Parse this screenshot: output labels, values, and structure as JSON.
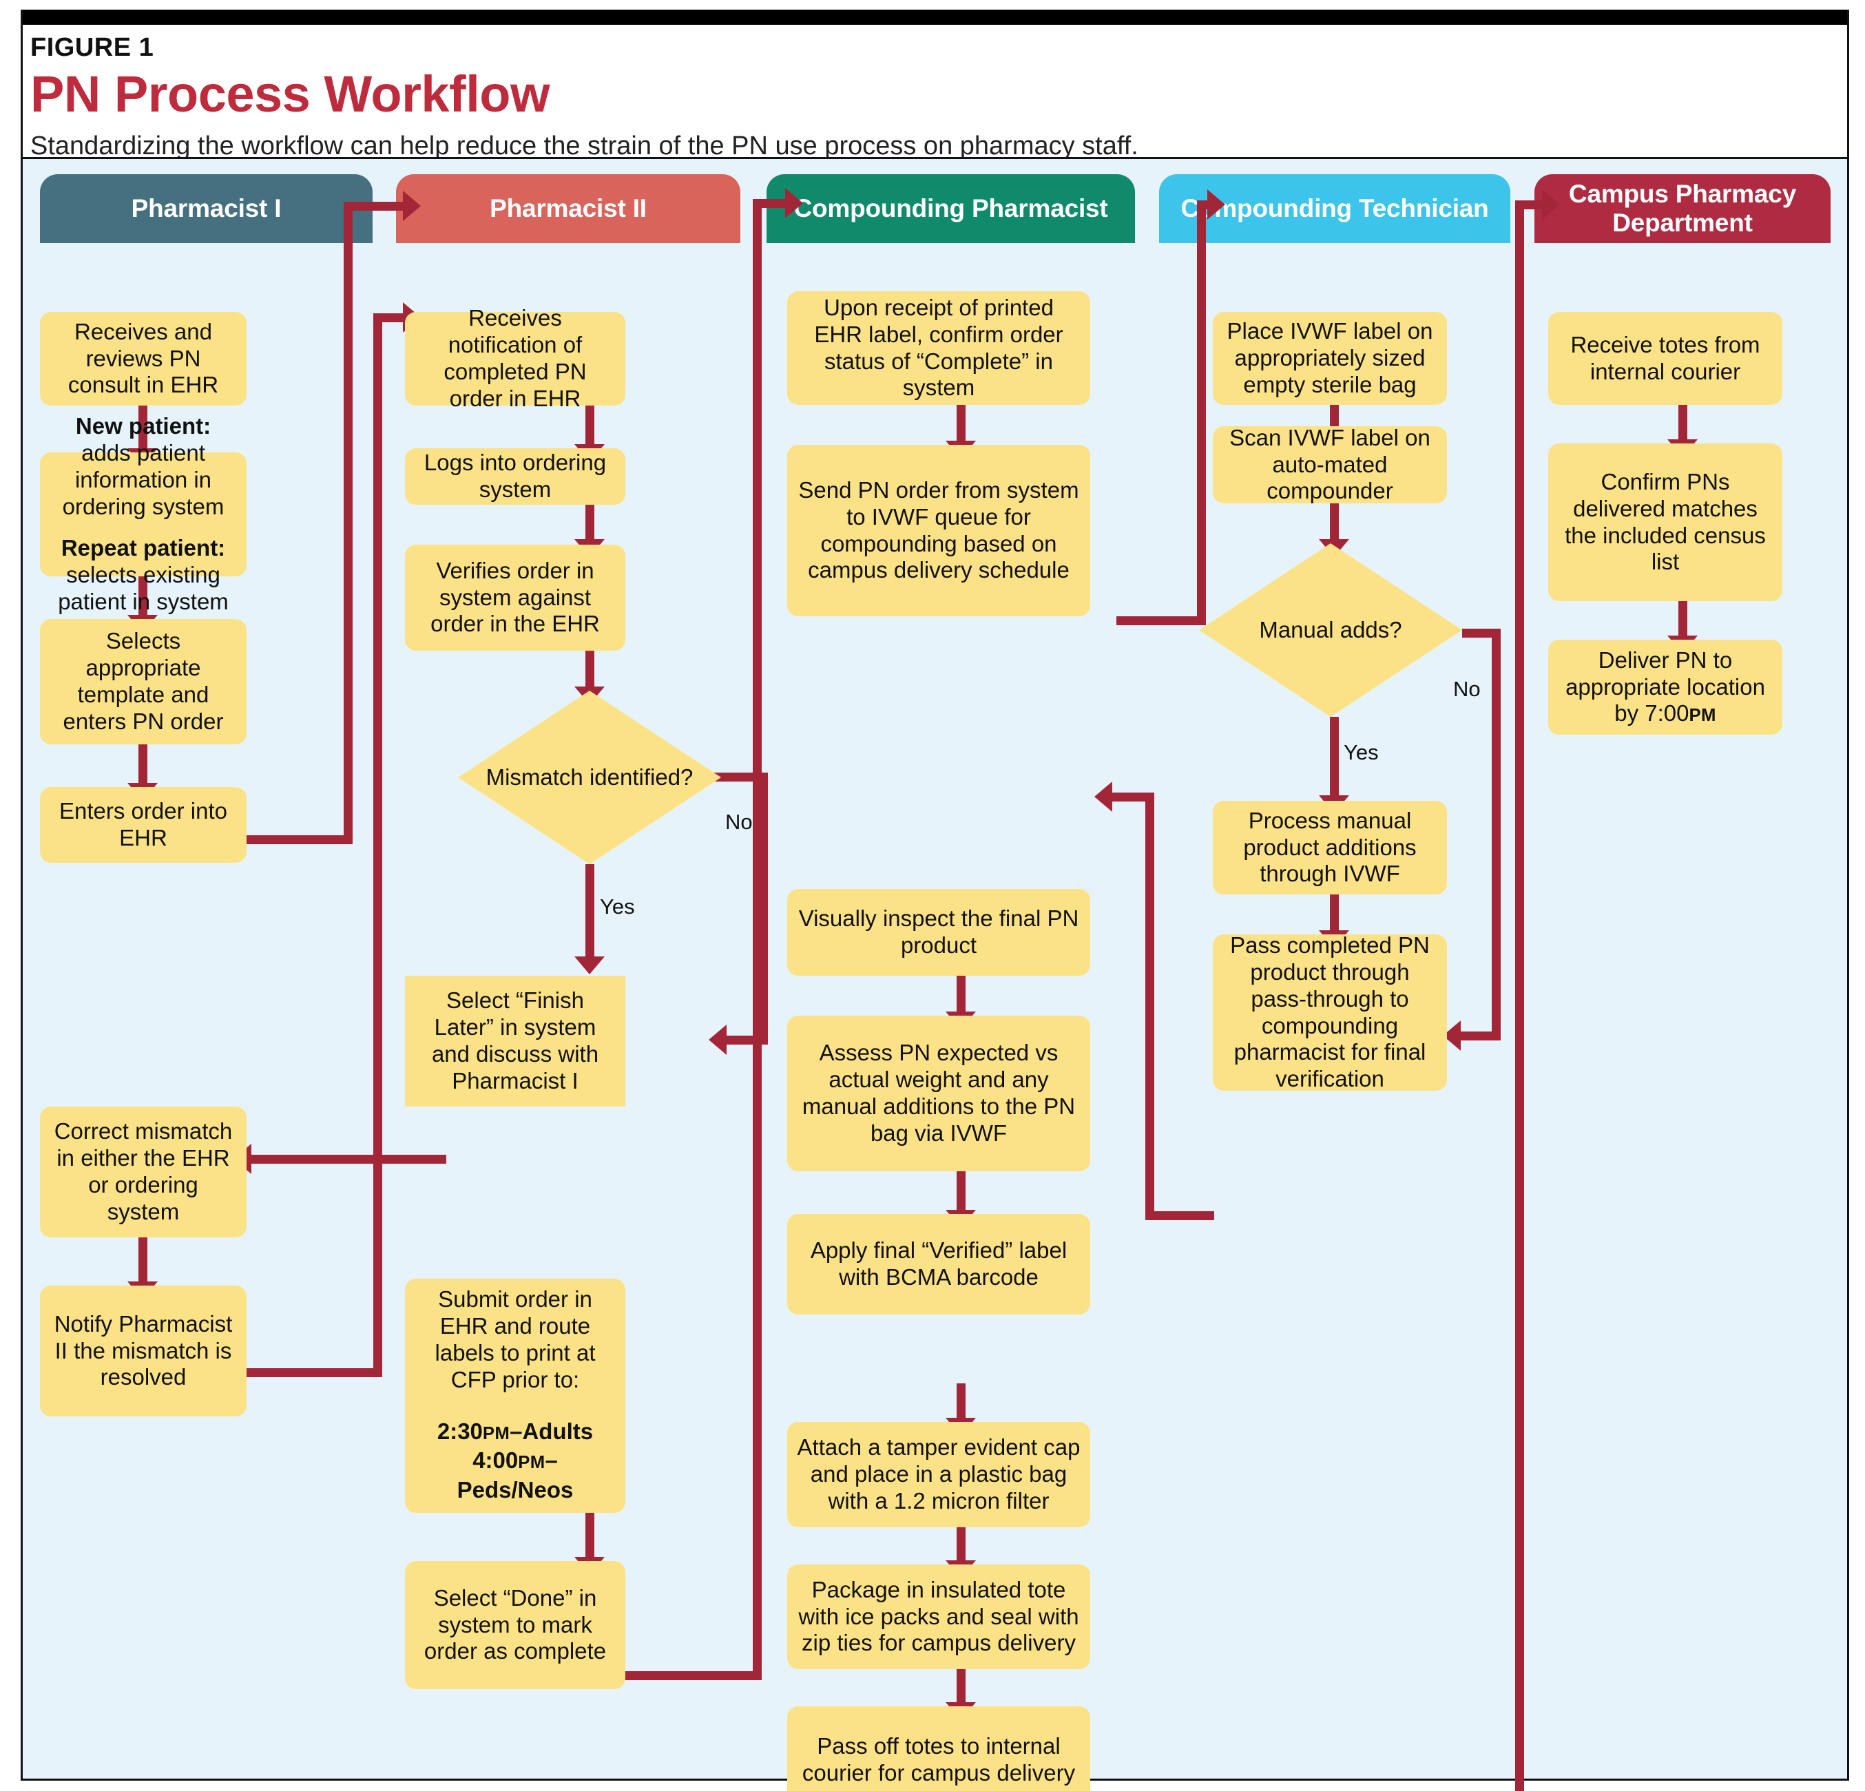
{
  "header": {
    "figure_label": "FIGURE 1",
    "title": "PN Process Workflow",
    "subtitle": "Standardizing the workflow can help reduce the strain of the PN use process on pharmacy staff."
  },
  "colors": {
    "lane1": "#45707F",
    "lane2": "#D9645B",
    "lane3": "#0F8A6B",
    "lane4": "#3CC4EB",
    "lane5": "#AE2B42",
    "node_fill": "#FCE287",
    "connector": "#A32638",
    "canvas": "#E6F3FB",
    "accent_red": "#BE2B3C"
  },
  "lanes": [
    {
      "id": "pharmacist-1",
      "label": "Pharmacist I"
    },
    {
      "id": "pharmacist-2",
      "label": "Pharmacist II"
    },
    {
      "id": "compounding-pharmacist",
      "label": "Compounding Pharmacist"
    },
    {
      "id": "compounding-technician",
      "label": "Compounding Technician"
    },
    {
      "id": "campus-pharmacy-department",
      "label": "Campus Pharmacy Department"
    }
  ],
  "nodes": {
    "p1_1": "Receives and reviews PN consult in EHR",
    "p1_2_line1_bold": "New patient:",
    "p1_2_line1_rest": " adds patient information in ordering system",
    "p1_2_line2_bold": "Repeat patient:",
    "p1_2_line2_rest": " selects existing patient in system",
    "p1_3": "Selects appropriate template and enters PN order",
    "p1_4": "Enters order into EHR",
    "p1_5": "Correct mismatch in either the EHR or ordering system",
    "p1_6": "Notify Pharmacist II the mismatch is resolved",
    "p2_1": "Receives notification of completed PN order in EHR",
    "p2_2": "Logs into ordering system",
    "p2_3": "Verifies order in system against order in the EHR",
    "p2_d1": "Mismatch identified?",
    "p2_4": "Select “Finish Later” in system and discuss with Pharmacist I",
    "p2_5_main": "Submit order in EHR and route labels to print at CFP prior to:",
    "p2_5_time1_num": "2:30",
    "p2_5_time1_pm": "PM",
    "p2_5_time1_rest": "–Adults",
    "p2_5_time2_num": "4:00",
    "p2_5_time2_pm": "PM",
    "p2_5_time2_rest": "–Peds/Neos",
    "p2_6": "Select “Done” in system to mark order as complete",
    "cp_1": "Upon receipt of printed EHR label, confirm order status of “Complete” in system",
    "cp_2": "Send PN order from system to IVWF queue for compounding based on campus delivery schedule",
    "cp_3": "Visually inspect the final PN product",
    "cp_4": "Assess PN expected vs actual weight and any manual additions to the PN bag via IVWF",
    "cp_5": "Apply final “Verified” label with BCMA barcode",
    "cp_6": "Attach a tamper evident cap and place in a plastic bag with a 1.2 micron filter",
    "cp_7": "Package in insulated tote with ice packs and seal with zip ties for campus delivery",
    "cp_8": "Pass off totes to internal courier for campus delivery",
    "ct_1": "Place IVWF label on appropriately sized empty sterile bag",
    "ct_2": "Scan IVWF label on auto-mated compounder",
    "ct_d1": "Manual adds?",
    "ct_3": "Process manual product additions through IVWF",
    "ct_4": "Pass completed PN product through pass-through to compounding pharmacist for final verification",
    "cd_1": "Receive totes from internal courier",
    "cd_2": "Confirm PNs delivered matches the included census list",
    "cd_3_pre": "Deliver PN to appropriate location by 7:00",
    "cd_3_pm": "PM"
  },
  "edge_labels": {
    "mismatch_yes": "Yes",
    "mismatch_no": "No",
    "manual_yes": "Yes",
    "manual_no": "No"
  }
}
